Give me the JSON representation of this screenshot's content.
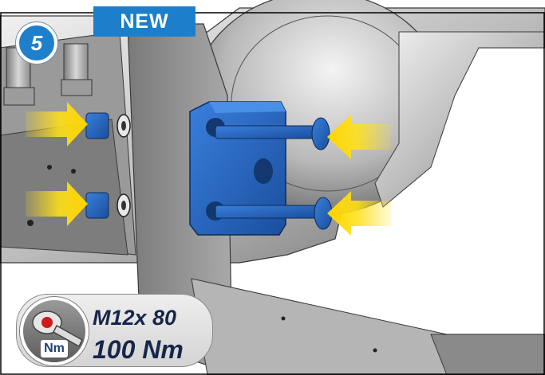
{
  "step": {
    "number": "5"
  },
  "badge": {
    "label": "NEW"
  },
  "torque": {
    "spec": "M12x 80",
    "value": "100 Nm",
    "unit_label": "Nm"
  },
  "colors": {
    "accent_blue": "#1d7fcb",
    "part_blue": "#1f5fb8",
    "arrow_yellow": "#ffe019",
    "text_dark": "#17264a"
  },
  "icons": [
    "torque-wrench-icon",
    "arrow-right-icon",
    "arrow-left-icon"
  ]
}
